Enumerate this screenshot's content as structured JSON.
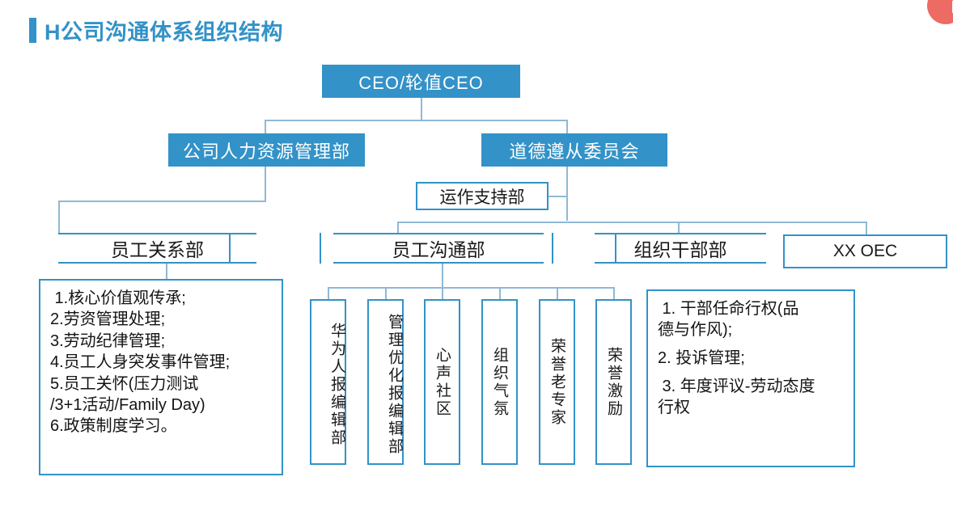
{
  "page": {
    "title": "H公司沟通体系组织结构",
    "accent_color": "#3392c8",
    "connector_color": "#8fb9d6",
    "badge_color": "#ec6b63"
  },
  "badge": {
    "name": "notification-badge"
  },
  "chart_data": {
    "type": "diagram",
    "title": "H公司沟通体系组织结构",
    "levels": [
      {
        "level": 1,
        "nodes": [
          "CEO/轮值CEO"
        ]
      },
      {
        "level": 2,
        "nodes": [
          "公司人力资源管理部",
          "道德遵从委员会"
        ]
      },
      {
        "level": 2.5,
        "nodes": [
          "运作支持部"
        ]
      },
      {
        "level": 3,
        "nodes": [
          "员工关系部",
          "员工沟通部",
          "组织干部部",
          "XX OEC"
        ]
      },
      {
        "level": 4,
        "nodes": [
          "华为人报编辑部",
          "管理优化报编辑部",
          "心声社区",
          "组织气氛",
          "荣誉老专家",
          "荣誉激励"
        ]
      }
    ],
    "edges": [
      [
        "CEO/轮值CEO",
        "公司人力资源管理部"
      ],
      [
        "CEO/轮值CEO",
        "道德遵从委员会"
      ],
      [
        "道德遵从委员会",
        "运作支持部"
      ],
      [
        "公司人力资源管理部",
        "员工关系部"
      ],
      [
        "运作支持部",
        "员工沟通部"
      ],
      [
        "运作支持部",
        "组织干部部"
      ],
      [
        "运作支持部",
        "XX OEC"
      ],
      [
        "员工关系部",
        "员工关系部职责"
      ],
      [
        "员工沟通部",
        "华为人报编辑部"
      ],
      [
        "员工沟通部",
        "管理优化报编辑部"
      ],
      [
        "员工沟通部",
        "心声社区"
      ],
      [
        "员工沟通部",
        "组织气氛"
      ],
      [
        "员工沟通部",
        "荣誉老专家"
      ],
      [
        "员工沟通部",
        "荣誉激励"
      ],
      [
        "组织干部部",
        "组织干部部职责"
      ]
    ]
  },
  "nodes": {
    "ceo": "CEO/轮值CEO",
    "hr_dept": "公司人力资源管理部",
    "ethics_committee": "道德遵从委员会",
    "ops_support": "运作支持部",
    "employee_relations": "员工关系部",
    "employee_communication": "员工沟通部",
    "org_cadre": "组织干部部",
    "xx_oec": "XX OEC"
  },
  "vertical_chips": [
    {
      "key": "huawei-people-editorial",
      "label": "华为人报编辑部"
    },
    {
      "key": "mgmt-optimization-editorial",
      "label": "管理优化报编辑部"
    },
    {
      "key": "xinsheng-community",
      "label": "心声社区"
    },
    {
      "key": "org-atmosphere",
      "label": "组织气氛"
    },
    {
      "key": "honorary-senior-expert",
      "label": "荣誉老专家"
    },
    {
      "key": "honor-incentive",
      "label": "荣誉激励"
    }
  ],
  "left_panel": {
    "lines": [
      " 1.核心价值观传承;",
      "2.劳资管理处理;",
      "3.劳动纪律管理;",
      "4.员工人身突发事件管理;",
      "5.员工关怀(压力测试",
      "/3+1活动/Family Day)",
      "6.政策制度学习。"
    ]
  },
  "right_panel": {
    "lines": [
      " 1. 干部任命行权(品",
      "德与作风);",
      "2. 投诉管理;",
      " 3. 年度评议-劳动态度",
      "行权"
    ]
  }
}
